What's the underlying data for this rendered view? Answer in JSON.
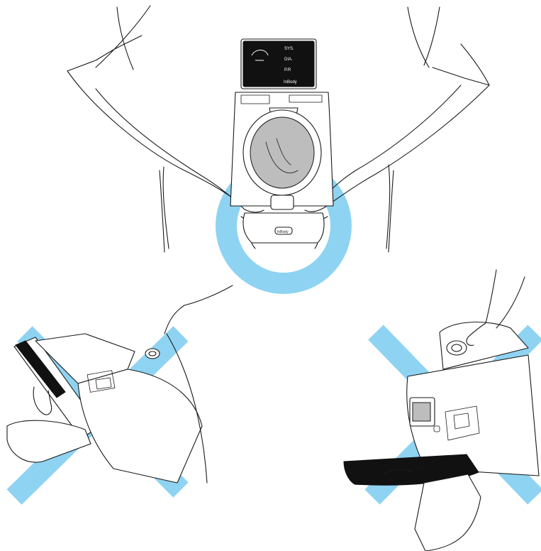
{
  "colors": {
    "correct_mark": "#8fd3f2",
    "wrong_mark": "#8fd3f2",
    "line": "#1a1a1a",
    "screen": "#111111"
  },
  "display": {
    "sys_label": "SYS.",
    "dia_label": "DIA.",
    "pulse_label": "P.R",
    "brand": "InBody"
  },
  "device": {
    "button_label": "InBody"
  },
  "panels": [
    {
      "id": "correct-carry",
      "verdict": "correct",
      "icon": "circle-icon"
    },
    {
      "id": "wrong-carry-tilted",
      "verdict": "incorrect",
      "icon": "cross-icon"
    },
    {
      "id": "wrong-carry-by-handle",
      "verdict": "incorrect",
      "icon": "cross-icon"
    }
  ]
}
